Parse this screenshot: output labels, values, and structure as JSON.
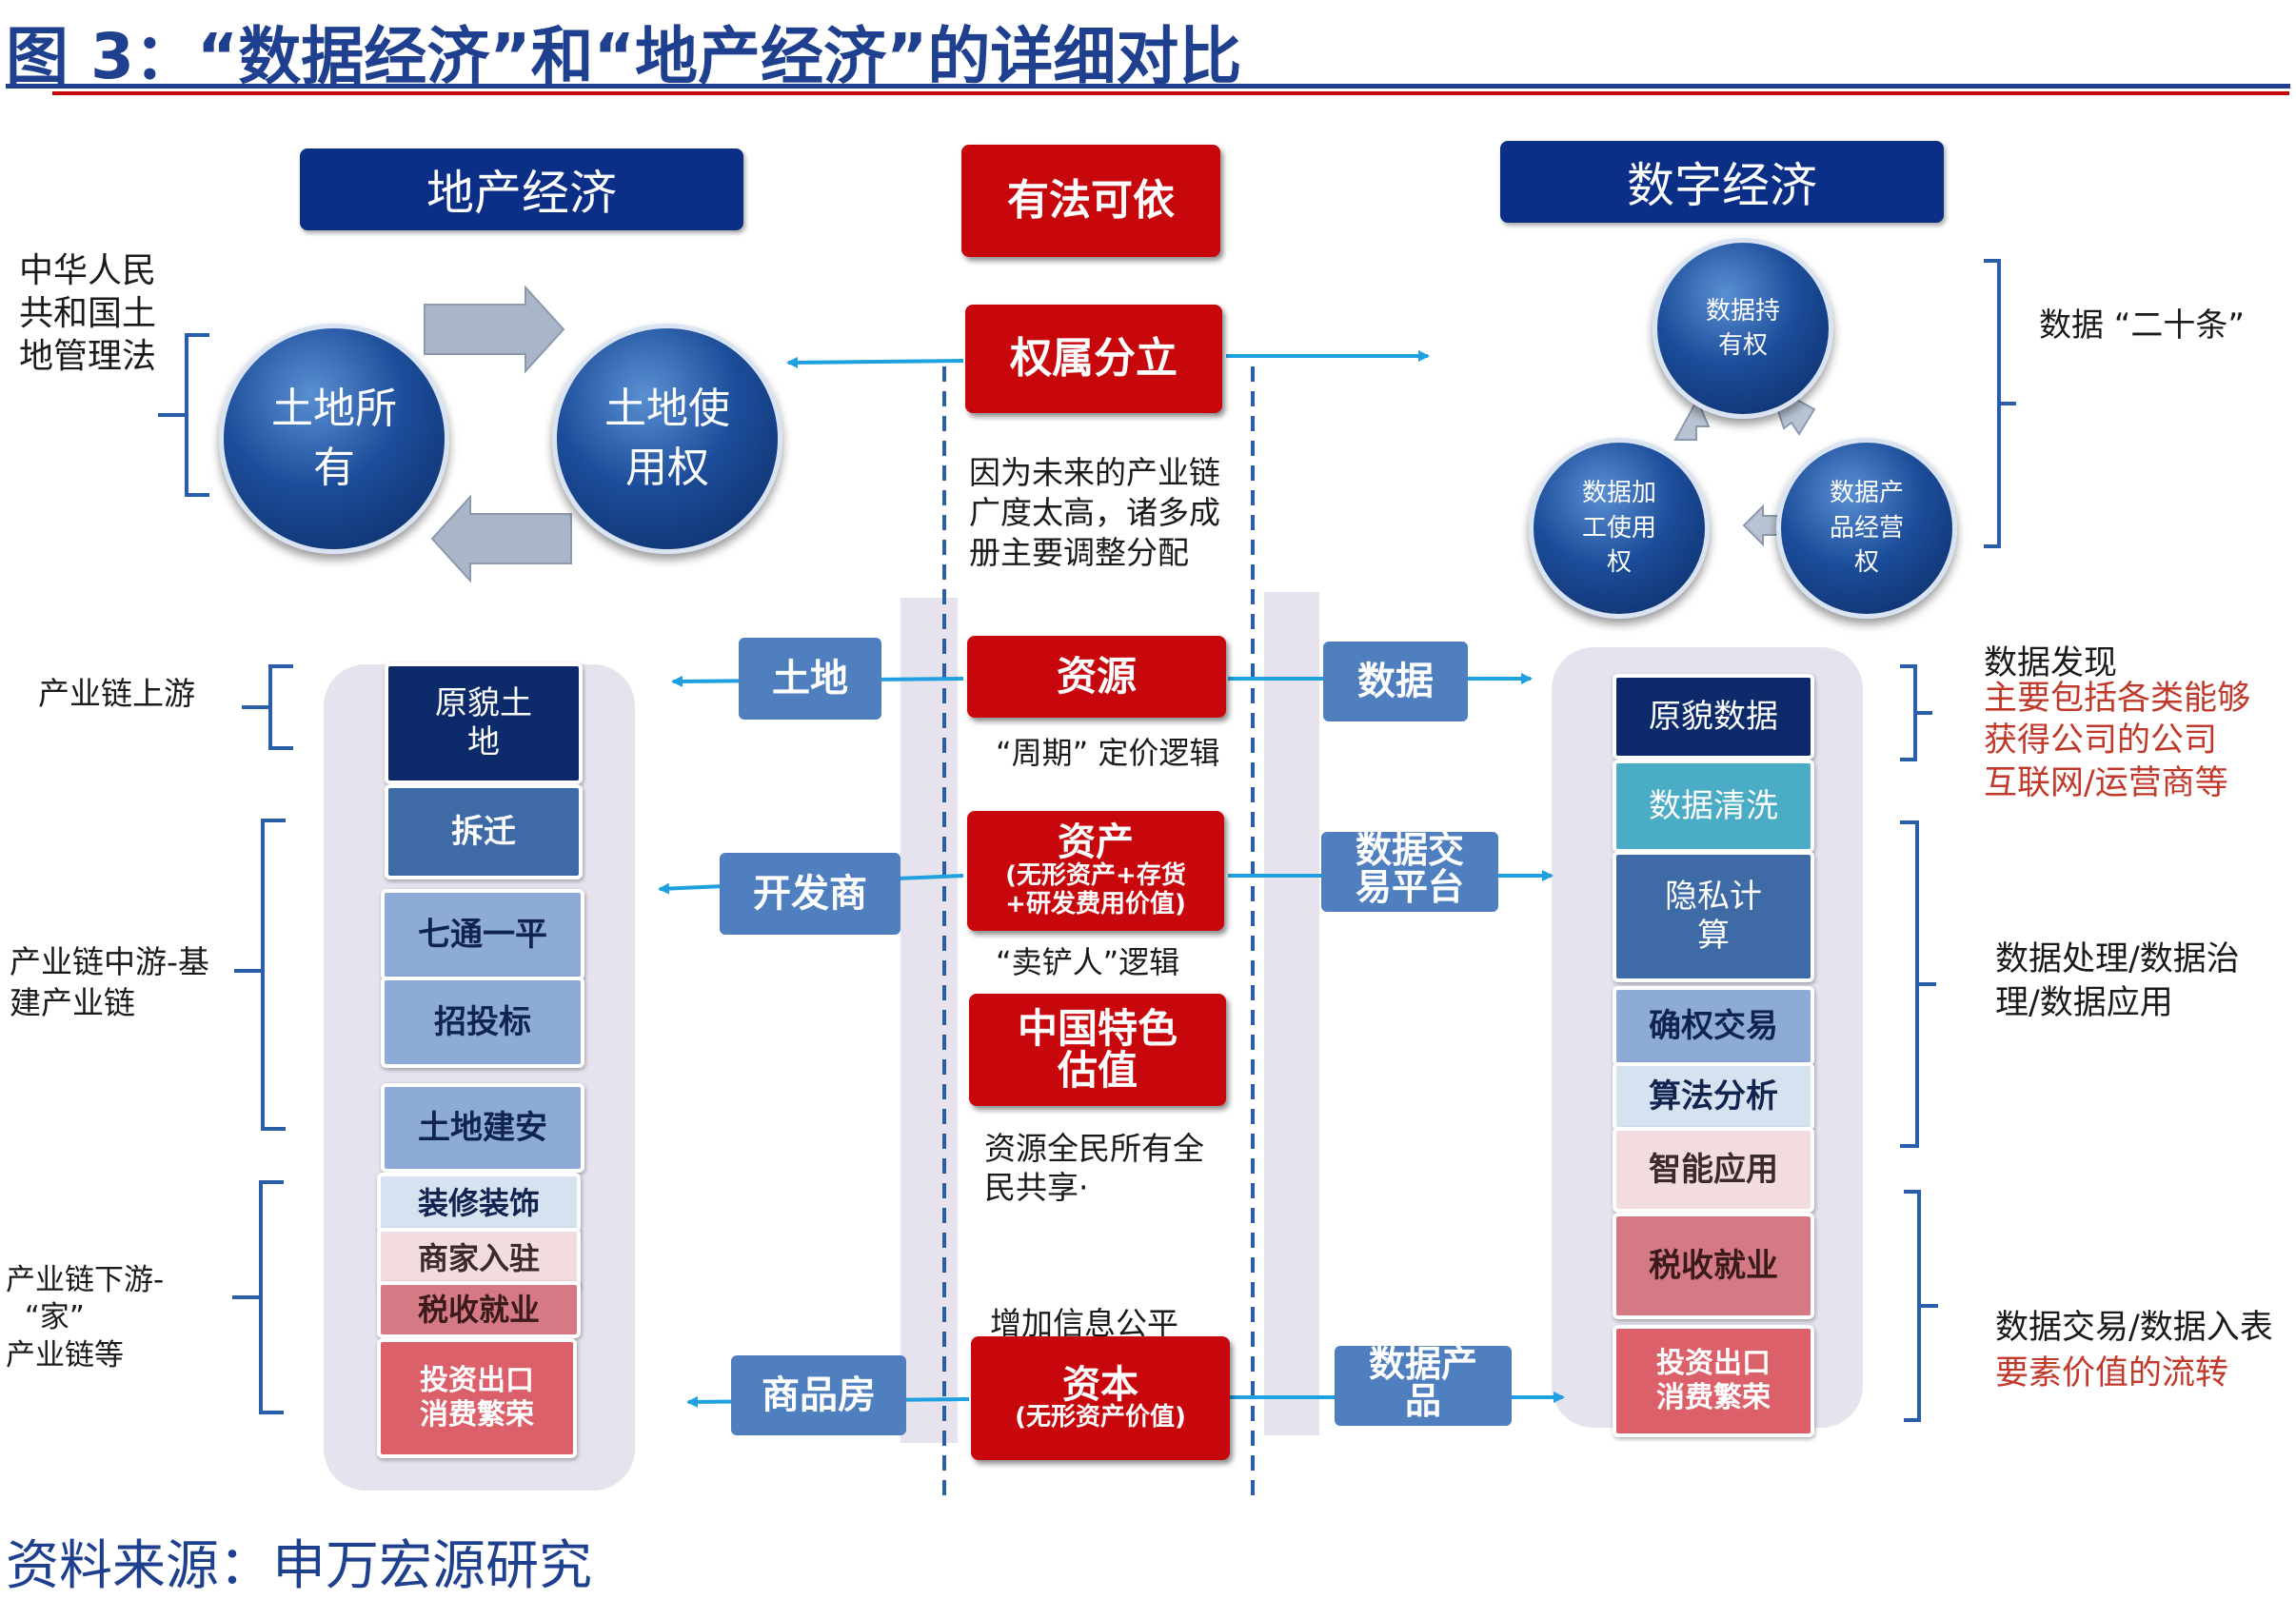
{
  "header": {
    "title": "图 3：“数据经济”和“地产经济”的详细对比",
    "source": "资料来源：申万宏源研究"
  },
  "left": {
    "header": "地产经济",
    "law_label": "中华人民\n共和国土\n地管理法",
    "circle_ownership": "土地所\n有",
    "circle_use": "土地使\n用权",
    "bracket_upstream": "产业链上游",
    "bracket_midstream": "产业链中游-基\n建产业链",
    "bracket_downstream": "产业链下游-\n  “家”\n产业链等",
    "arrow_land": "土地",
    "arrow_developer": "开发商",
    "arrow_housing": "商品房",
    "stack": [
      "原貌土\n地",
      "拆迁",
      "七通一平",
      "招投标",
      "土地建安",
      "装修装饰",
      "商家入驻",
      "税收就业",
      "投资出口\n消费繁荣"
    ]
  },
  "center": {
    "lawful": "有法可依",
    "separation": "权属分立",
    "note_chain": "因为未来的产业链\n广度太高，诸多成\n册主要调整分配",
    "resource": "资源",
    "cycle_logic": "“周期” 定价逻辑",
    "asset_title": "资产",
    "asset_sub": "(无形资产+存货\n+研发费用价值)",
    "shovel_logic": "“卖铲人”逻辑",
    "china_valuation": "中国特色\n估值",
    "note_public": "资源全民所有全\n民共享·",
    "note_fair": "增加信息公平",
    "capital_title": "资本",
    "capital_sub": "(无形资产价值)"
  },
  "right": {
    "header": "数字经济",
    "circle_hold": "数据持\n有权",
    "circle_process": "数据加\n工使用\n权",
    "circle_operate": "数据产\n品经营\n权",
    "label_twenty": "数据 “二十条”",
    "arrow_data": "数据",
    "arrow_exchange": "数据交\n易平台",
    "arrow_product": "数据产\n品",
    "discovery_title": "数据发现",
    "discovery_note": "主要包括各类能够\n获得公司的公司\n互联网/运营商等",
    "processing": "数据处理/数据治\n理/数据应用",
    "trading": "数据交易/数据入表",
    "factor_value": "要素价值的流转",
    "stack": [
      "原貌数据",
      "数据清洗",
      "隐私计\n算",
      "确权交易",
      "算法分析",
      "智能应用",
      "税收就业",
      "投资出口\n消费繁荣"
    ]
  },
  "colors": {
    "navy": "#0b2e87",
    "red": "#c8070d",
    "blue": "#4f7fbf",
    "arrow": "#1fa0e0",
    "panel": "#e6e2ee"
  }
}
